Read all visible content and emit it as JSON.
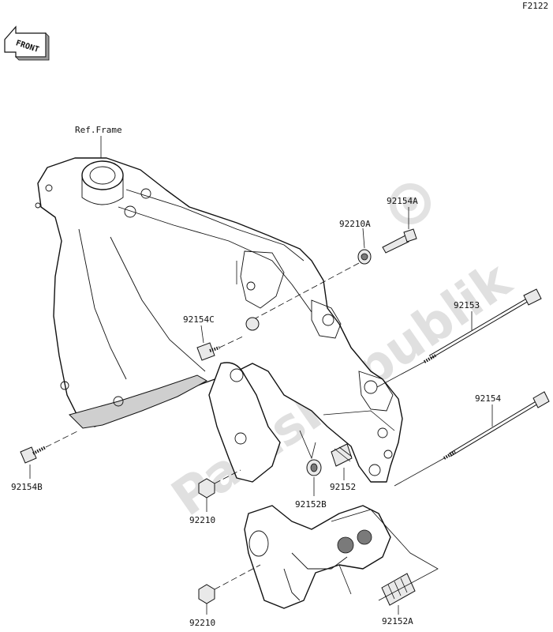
{
  "diagram_code": "F2122",
  "front_badge": "FRONT",
  "ref_frame_label": "Ref.Frame",
  "watermark": "PartsRepublik",
  "parts": [
    {
      "id": "p92154A",
      "label": "92154A"
    },
    {
      "id": "p92210A",
      "label": "92210A"
    },
    {
      "id": "p92153",
      "label": "92153"
    },
    {
      "id": "p92154C",
      "label": "92154C"
    },
    {
      "id": "p92154",
      "label": "92154"
    },
    {
      "id": "p92152",
      "label": "92152"
    },
    {
      "id": "p92152B",
      "label": "92152B"
    },
    {
      "id": "p92154B",
      "label": "92154B"
    },
    {
      "id": "p92210",
      "label": "92210"
    },
    {
      "id": "p92152A",
      "label": "92152A"
    },
    {
      "id": "p92210b",
      "label": "92210"
    }
  ],
  "colors": {
    "line": "#111111",
    "shade": "#cfcfcf",
    "watermark": "#d6d6d6"
  }
}
